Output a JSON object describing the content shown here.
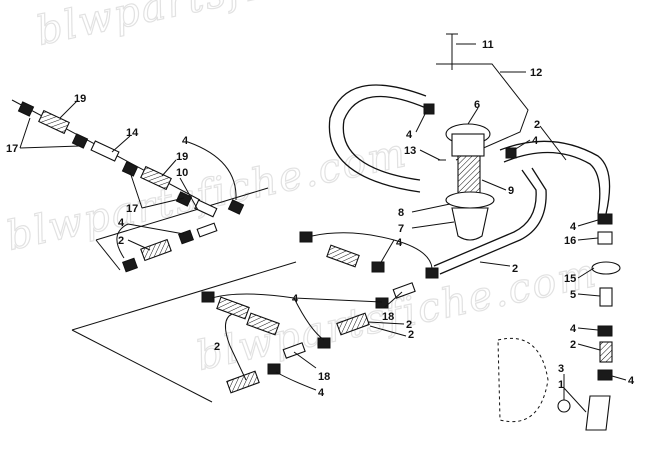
{
  "watermark": {
    "text": "blwpartsfiche.com",
    "color": "#e2e2e2"
  },
  "callouts": [
    {
      "id": "c19a",
      "label": "19"
    },
    {
      "id": "c17a",
      "label": "17"
    },
    {
      "id": "c14",
      "label": "14"
    },
    {
      "id": "c19b",
      "label": "19"
    },
    {
      "id": "c10",
      "label": "10"
    },
    {
      "id": "c17b",
      "label": "17"
    },
    {
      "id": "c4a",
      "label": "4"
    },
    {
      "id": "c4b",
      "label": "4"
    },
    {
      "id": "c2a",
      "label": "2"
    },
    {
      "id": "c11",
      "label": "11"
    },
    {
      "id": "c12",
      "label": "12"
    },
    {
      "id": "c6",
      "label": "6"
    },
    {
      "id": "c4c",
      "label": "4"
    },
    {
      "id": "c13",
      "label": "13"
    },
    {
      "id": "c2b",
      "label": "2"
    },
    {
      "id": "c4d",
      "label": "4"
    },
    {
      "id": "c9",
      "label": "9"
    },
    {
      "id": "c8",
      "label": "8"
    },
    {
      "id": "c7",
      "label": "7"
    },
    {
      "id": "c4e",
      "label": "4"
    },
    {
      "id": "c2c",
      "label": "2"
    },
    {
      "id": "c4f",
      "label": "4"
    },
    {
      "id": "c16",
      "label": "16"
    },
    {
      "id": "c15",
      "label": "15"
    },
    {
      "id": "c5",
      "label": "5"
    },
    {
      "id": "c4g",
      "label": "4"
    },
    {
      "id": "c2d",
      "label": "2"
    },
    {
      "id": "c3",
      "label": "3"
    },
    {
      "id": "c1",
      "label": "1"
    },
    {
      "id": "c4h",
      "label": "4"
    },
    {
      "id": "c4i",
      "label": "4"
    },
    {
      "id": "c2e",
      "label": "2"
    },
    {
      "id": "c18a",
      "label": "18"
    },
    {
      "id": "c2f",
      "label": "2"
    },
    {
      "id": "c2g",
      "label": "2"
    },
    {
      "id": "c18b",
      "label": "18"
    },
    {
      "id": "c4j",
      "label": "4"
    }
  ]
}
